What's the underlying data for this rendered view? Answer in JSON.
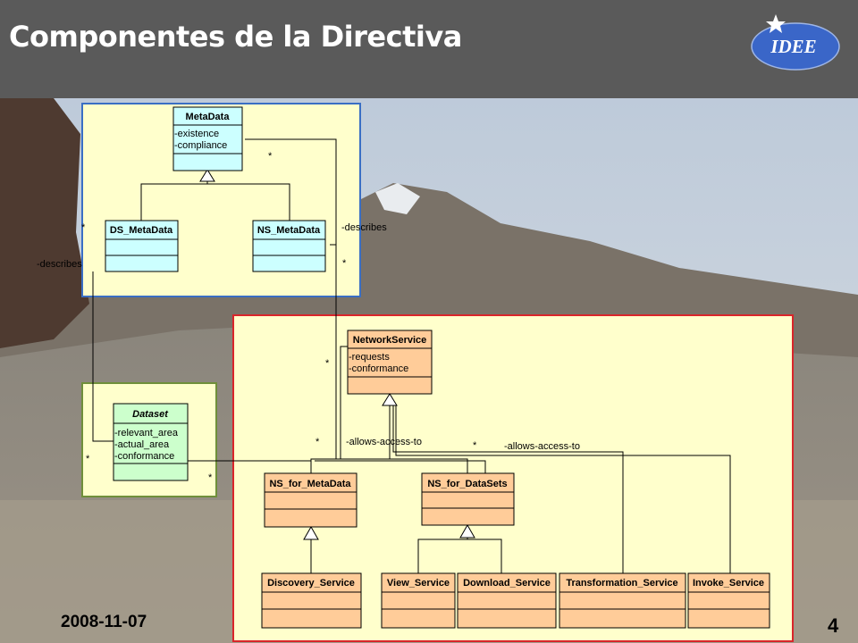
{
  "slide": {
    "title": "Componentes de la Directiva",
    "date": "2008-11-07",
    "page_number": "4",
    "logo_text": "IDEE"
  },
  "colors": {
    "header_bg": "#5a5a5a",
    "package_bg": "#ffffcc",
    "metadata_package_border": "#3a6fc4",
    "services_package_border": "#d9252a",
    "dataset_package_border": "#6f8f3a",
    "metadata_class_fill": "#ccffff",
    "service_class_fill": "#ffcc99",
    "dataset_class_fill": "#ccffcc",
    "logo_fill": "#3a66c8"
  },
  "diagram": {
    "classes": {
      "metadata": {
        "name": "MetaData",
        "attributes": [
          "-existence",
          "-compliance"
        ]
      },
      "ds_metadata": {
        "name": "DS_MetaData",
        "attributes": []
      },
      "ns_metadata": {
        "name": "NS_MetaData",
        "attributes": []
      },
      "dataset": {
        "name": "Dataset",
        "attributes": [
          "-relevant_area",
          "-actual_area",
          "-conformance"
        ]
      },
      "network_service": {
        "name": "NetworkService",
        "attributes": [
          "-requests",
          "-conformance"
        ]
      },
      "ns_for_metadata": {
        "name": "NS_for_MetaData",
        "attributes": []
      },
      "ns_for_datasets": {
        "name": "NS_for_DataSets",
        "attributes": []
      },
      "discovery_service": {
        "name": "Discovery_Service",
        "attributes": []
      },
      "view_service": {
        "name": "View_Service",
        "attributes": []
      },
      "download_service": {
        "name": "Download_Service",
        "attributes": []
      },
      "transformation_service": {
        "name": "Transformation_Service",
        "attributes": []
      },
      "invoke_service": {
        "name": "Invoke_Service",
        "attributes": []
      }
    },
    "associations": {
      "describes_right": "-describes",
      "describes_left": "-describes",
      "allows_access_left": "-allows-access-to",
      "allows_access_right": "-allows-access-to"
    },
    "multiplicity": "*"
  }
}
